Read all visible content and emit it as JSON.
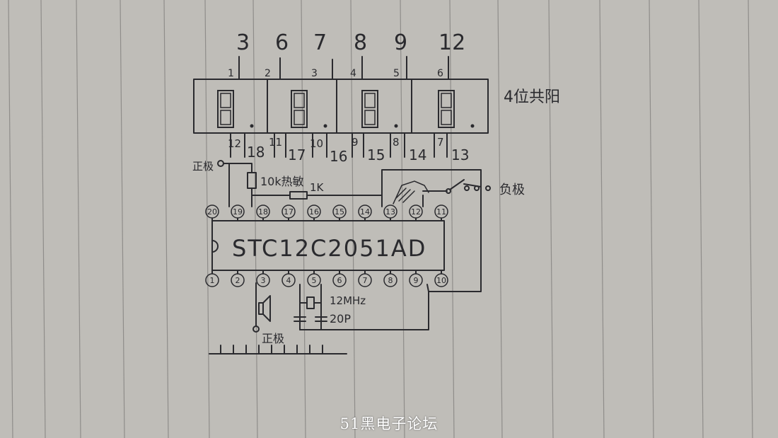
{
  "display": {
    "top_pin_numbers": [
      "3",
      "6",
      "7",
      "8",
      "9",
      "12"
    ],
    "top_small_labels": [
      "1",
      "2",
      "3",
      "4",
      "5",
      "6"
    ],
    "bottom_labels": [
      "12",
      "18",
      "11",
      "17",
      "10",
      "16",
      "9",
      "15",
      "8",
      "14",
      "7",
      "13"
    ],
    "type_label": "4位共阳"
  },
  "chip": {
    "name": "STC12C2051AD",
    "top_pins": [
      "20",
      "19",
      "18",
      "17",
      "16",
      "15",
      "14",
      "13",
      "12",
      "11"
    ],
    "bottom_pins": [
      "1",
      "2",
      "3",
      "4",
      "5",
      "6",
      "7",
      "8",
      "9",
      "10"
    ]
  },
  "labels": {
    "positive_top": "正极",
    "thermistor": "10k热敏",
    "resistor": "1K",
    "negative": "负极",
    "crystal": "12MHz",
    "capacitor": "20P",
    "positive_bottom": "正极"
  },
  "watermark": "51黑电子论坛",
  "colors": {
    "paper": "#bfbdb8",
    "ink": "#2a2a2e",
    "rule": "#8f8d8a"
  }
}
